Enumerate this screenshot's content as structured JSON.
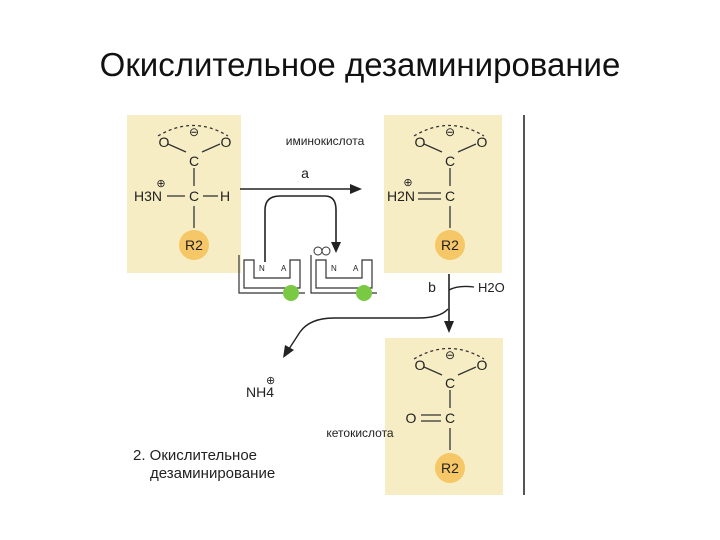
{
  "title": "Окислительное дезаминирование",
  "labels": {
    "imino_acid": "иминокислота",
    "keto_acid": "кетокислота",
    "step_a": "a",
    "step_b": "b",
    "water": "H2O",
    "ammonium": "NH4",
    "caption_line1": "2. Окислительное",
    "caption_line2": "дезаминирование"
  },
  "molecules": {
    "oxygen": "O",
    "carbon": "C",
    "hydrogen": "H",
    "amine": "H3N",
    "imine": "H2N",
    "r_group": "R2",
    "minus": "⊖",
    "plus": "⊕"
  },
  "enzyme": {
    "left_letter": "N",
    "right_letter": "A"
  },
  "colors": {
    "panel": "#f7edc4",
    "r_circle": "#f6c767",
    "green_ball": "#7ac943",
    "lines": "#333333",
    "divider": "#555555"
  }
}
